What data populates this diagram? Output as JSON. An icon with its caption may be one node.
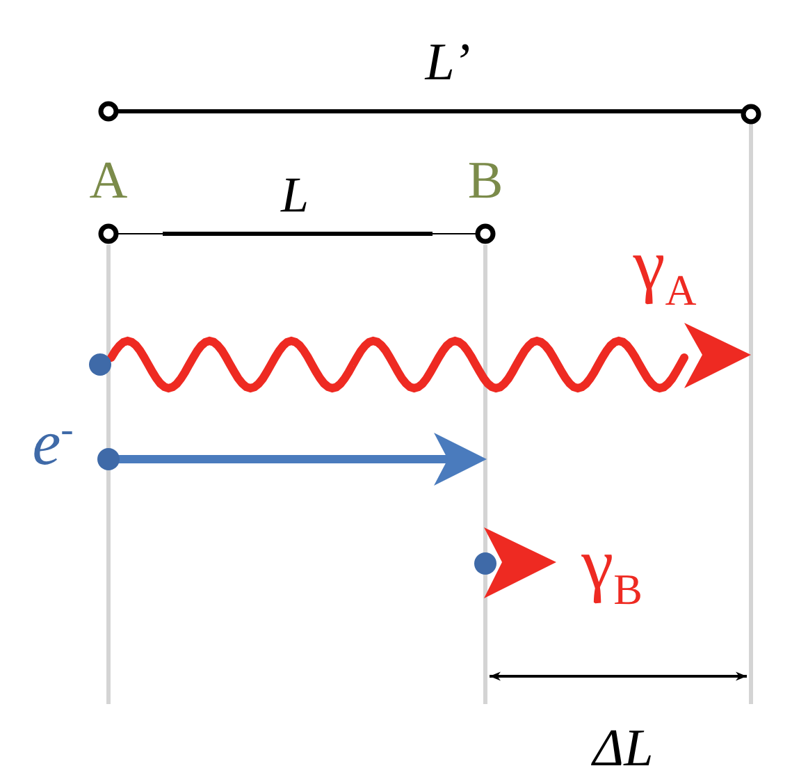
{
  "diagram": {
    "labels": [
      "L’",
      "A",
      "L",
      "B",
      "γ$_{A}$",
      "e$^{-}$",
      "γ$_{B}$",
      "ΔL"
    ]
  }
}
